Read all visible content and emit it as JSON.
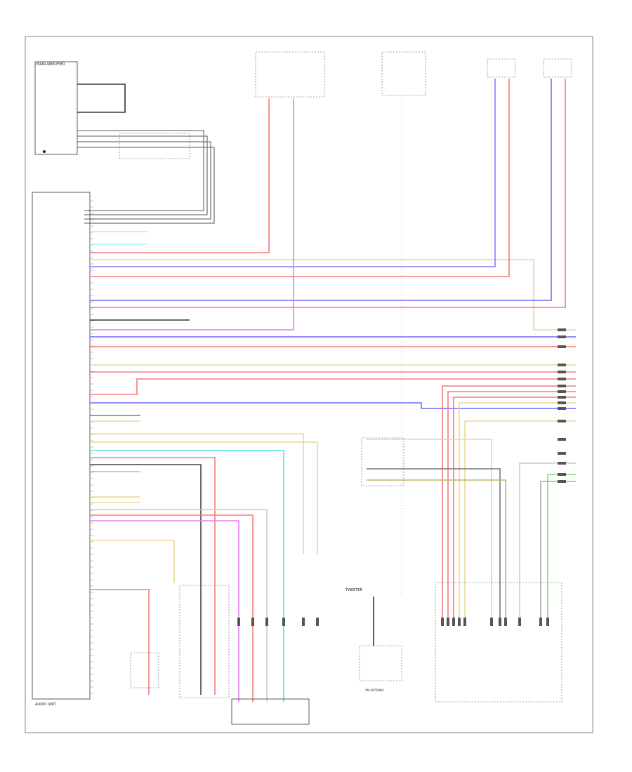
{
  "colors": {
    "red": "#f37b7b",
    "red_strong": "#e84a4a",
    "pink": "#ff8a8a",
    "blue": "#6a6aff",
    "magenta": "#e57cf0",
    "cyan": "#4fe6ec",
    "yellow": "#e8d99a",
    "tan": "#d8c98a",
    "gray": "#8a8a8a",
    "dark": "#222222",
    "green": "#7ee07e",
    "olive": "#c2b46a"
  },
  "labels": {
    "page_code": "",
    "main_unit": "AUDIO UNIT",
    "antenna_box_title": "MAIN AMPLIFIER",
    "antenna_note": "",
    "tweeter": "TWEETER",
    "satellite": "",
    "xm_antenna": "XM ANTENNA",
    "subwoofer": "",
    "connector_bottom": "",
    "right_subwoofer": "",
    "rear_amp": ""
  }
}
